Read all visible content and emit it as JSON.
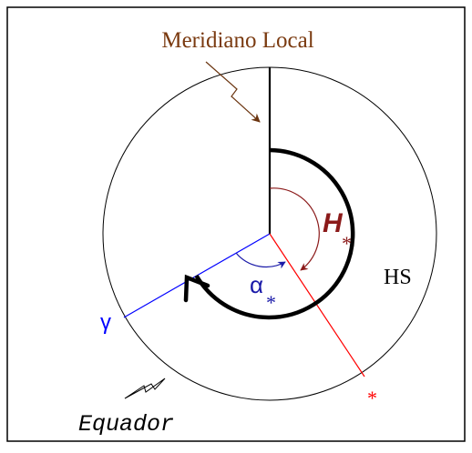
{
  "labels": {
    "meridian": "Meridiano Local",
    "hour_angle_symbol": "H",
    "hour_angle_subscript": "*",
    "right_ascension_symbol": "α",
    "right_ascension_subscript": "*",
    "sidereal_time": "HS",
    "vernal_point": "γ",
    "star": "*",
    "equator": "Equador"
  },
  "colors": {
    "meridian_label": "#7a3a10",
    "meridian_arrow": "#6b3510",
    "hour_angle": "#8b1a1a",
    "right_ascension": "#1a1aa8",
    "vernal_point": "#0000ff",
    "star": "#ff0000",
    "outline": "#000000"
  }
}
